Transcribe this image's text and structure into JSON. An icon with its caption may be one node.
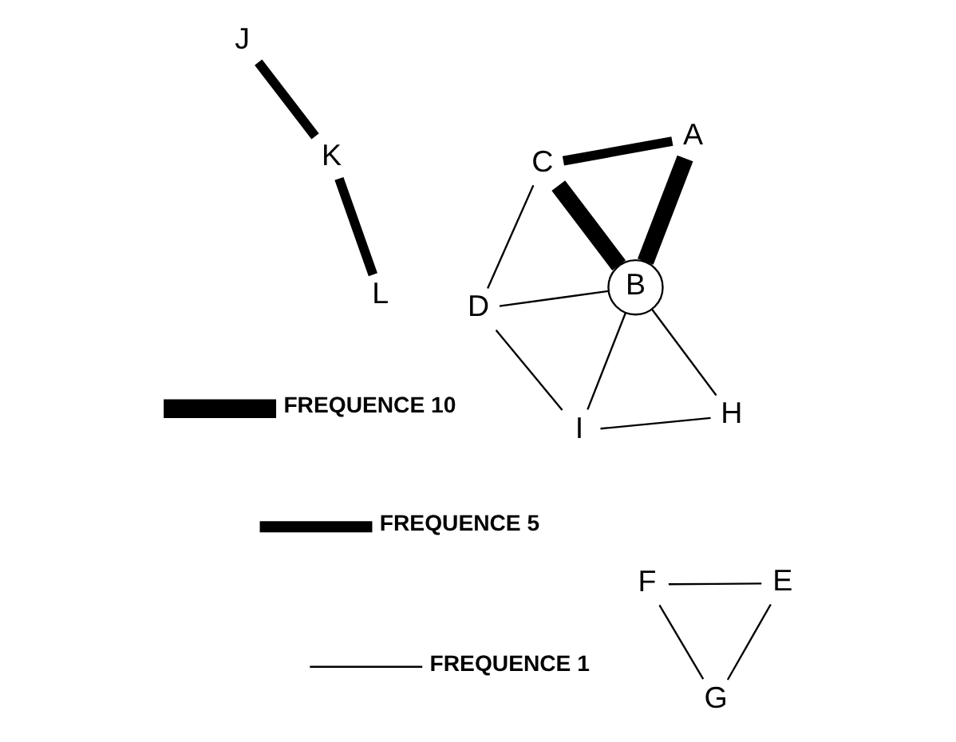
{
  "diagram": {
    "nodes": [
      {
        "text": [
          "I"
        ]
      },
      {
        "text": [
          "B"
        ]
      },
      {
        "text": [
          "D"
        ]
      },
      {
        "text": [
          "A"
        ]
      },
      {
        "text": [
          "H"
        ]
      },
      {
        "text": [
          "C"
        ]
      },
      {
        "text": [
          "J"
        ]
      },
      {
        "text": [
          "K"
        ]
      },
      {
        "text": [
          "L"
        ]
      },
      {
        "text": [
          "F"
        ]
      },
      {
        "text": [
          "E"
        ]
      },
      {
        "text": [
          "G"
        ]
      }
    ],
    "edges": [
      {
        "from": 3,
        "to": 1,
        "arrow": "none",
        "style": "thick"
      },
      {
        "from": 1,
        "to": 5,
        "arrow": "none",
        "style": "thick"
      },
      {
        "from": 3,
        "to": 5,
        "arrow": "none",
        "style": "thick"
      },
      {
        "from": 0,
        "to": 1,
        "arrow": "none"
      },
      {
        "from": 1,
        "to": 2,
        "arrow": "none"
      },
      {
        "from": 1,
        "to": 4,
        "arrow": "none"
      },
      {
        "from": 0,
        "to": 2,
        "arrow": "none"
      },
      {
        "from": 0,
        "to": 4,
        "arrow": "none"
      },
      {
        "from": 5,
        "to": 2,
        "arrow": "none"
      },
      {
        "from": 6,
        "to": 7,
        "arrow": "none",
        "style": "thick"
      },
      {
        "from": 7,
        "to": 8,
        "arrow": "none",
        "style": "thick"
      },
      {
        "from": 10,
        "to": 9,
        "arrow": "none"
      },
      {
        "from": 10,
        "to": 11,
        "arrow": "none"
      },
      {
        "from": 9,
        "to": 11,
        "arrow": "none"
      }
    ],
    "legend": [
      {
        "text": "FREQUENCE 10"
      },
      {
        "text": "FREQUENCE 5"
      },
      {
        "text": "FREQUENCE 1"
      }
    ]
  }
}
